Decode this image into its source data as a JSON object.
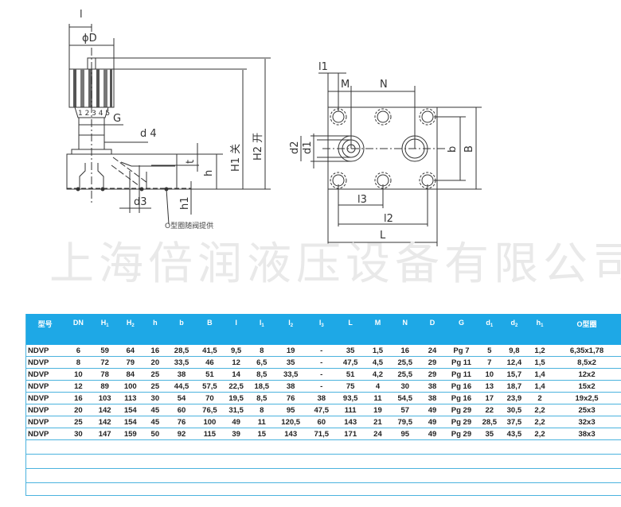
{
  "drawing": {
    "side_view_labels": {
      "l": "l",
      "phiD": "ϕD",
      "G": "G",
      "d4": "d 4",
      "d3": "d3",
      "t": "t",
      "h": "h",
      "h1": "h1",
      "H1": "H1 关",
      "H2": "H2 开",
      "scale": "1 2 3 4 5",
      "oring_note": "O型圈随阀提供"
    },
    "top_view_labels": {
      "l1": "l1",
      "M": "M",
      "N": "N",
      "d2": "d2",
      "d1": "d1",
      "b": "b",
      "B": "B",
      "l3": "l3",
      "l2": "l2",
      "L": "L"
    }
  },
  "watermark": "上海倍润液压设备有限公司",
  "table": {
    "headers": [
      {
        "main": "型号",
        "sub": ""
      },
      {
        "main": "DN",
        "sub": ""
      },
      {
        "main": "H",
        "sub": "1"
      },
      {
        "main": "H",
        "sub": "2"
      },
      {
        "main": "h",
        "sub": ""
      },
      {
        "main": "b",
        "sub": ""
      },
      {
        "main": "B",
        "sub": ""
      },
      {
        "main": "l",
        "sub": ""
      },
      {
        "main": "l",
        "sub": "1"
      },
      {
        "main": "l",
        "sub": "2"
      },
      {
        "main": "l",
        "sub": "3"
      },
      {
        "main": "L",
        "sub": ""
      },
      {
        "main": "M",
        "sub": ""
      },
      {
        "main": "N",
        "sub": ""
      },
      {
        "main": "D",
        "sub": ""
      },
      {
        "main": "G",
        "sub": ""
      },
      {
        "main": "d",
        "sub": "1"
      },
      {
        "main": "d",
        "sub": "2"
      },
      {
        "main": "h",
        "sub": "1"
      },
      {
        "main": "O型圈",
        "sub": ""
      }
    ],
    "rows": [
      [
        "NDVP",
        "6",
        "59",
        "64",
        "16",
        "28,5",
        "41,5",
        "9,5",
        "8",
        "19",
        "-",
        "35",
        "1,5",
        "16",
        "24",
        "Pg 7",
        "5",
        "9,8",
        "1,2",
        "6,35x1,78"
      ],
      [
        "NDVP",
        "8",
        "72",
        "79",
        "20",
        "33,5",
        "46",
        "12",
        "6,5",
        "35",
        "-",
        "47,5",
        "4,5",
        "25,5",
        "29",
        "Pg 11",
        "7",
        "12,4",
        "1,5",
        "8,5x2"
      ],
      [
        "NDVP",
        "10",
        "78",
        "84",
        "25",
        "38",
        "51",
        "14",
        "8,5",
        "33,5",
        "-",
        "51",
        "4,2",
        "25,5",
        "29",
        "Pg 11",
        "10",
        "15,7",
        "1,4",
        "12x2"
      ],
      [
        "NDVP",
        "12",
        "89",
        "100",
        "25",
        "44,5",
        "57,5",
        "22,5",
        "18,5",
        "38",
        "-",
        "75",
        "4",
        "30",
        "38",
        "Pg 16",
        "13",
        "18,7",
        "1,4",
        "15x2"
      ],
      [
        "NDVP",
        "16",
        "103",
        "113",
        "30",
        "54",
        "70",
        "19,5",
        "8,5",
        "76",
        "38",
        "93,5",
        "11",
        "54,5",
        "38",
        "Pg 16",
        "17",
        "23,9",
        "2",
        "19x2,5"
      ],
      [
        "NDVP",
        "20",
        "142",
        "154",
        "45",
        "60",
        "76,5",
        "31,5",
        "8",
        "95",
        "47,5",
        "111",
        "19",
        "57",
        "49",
        "Pg 29",
        "22",
        "30,5",
        "2,2",
        "25x3"
      ],
      [
        "NDVP",
        "25",
        "142",
        "154",
        "45",
        "76",
        "100",
        "49",
        "11",
        "120,5",
        "60",
        "143",
        "21",
        "79,5",
        "49",
        "Pg 29",
        "28,5",
        "37,5",
        "2,2",
        "32x3"
      ],
      [
        "NDVP",
        "30",
        "147",
        "159",
        "50",
        "92",
        "115",
        "39",
        "15",
        "143",
        "71,5",
        "171",
        "24",
        "95",
        "49",
        "Pg 29",
        "35",
        "43,5",
        "2,2",
        "38x3"
      ]
    ],
    "empty_rows": 3,
    "colors": {
      "header_bg": "#1ea8e6",
      "header_text": "#ffffff",
      "rule": "#4bb3de"
    }
  }
}
